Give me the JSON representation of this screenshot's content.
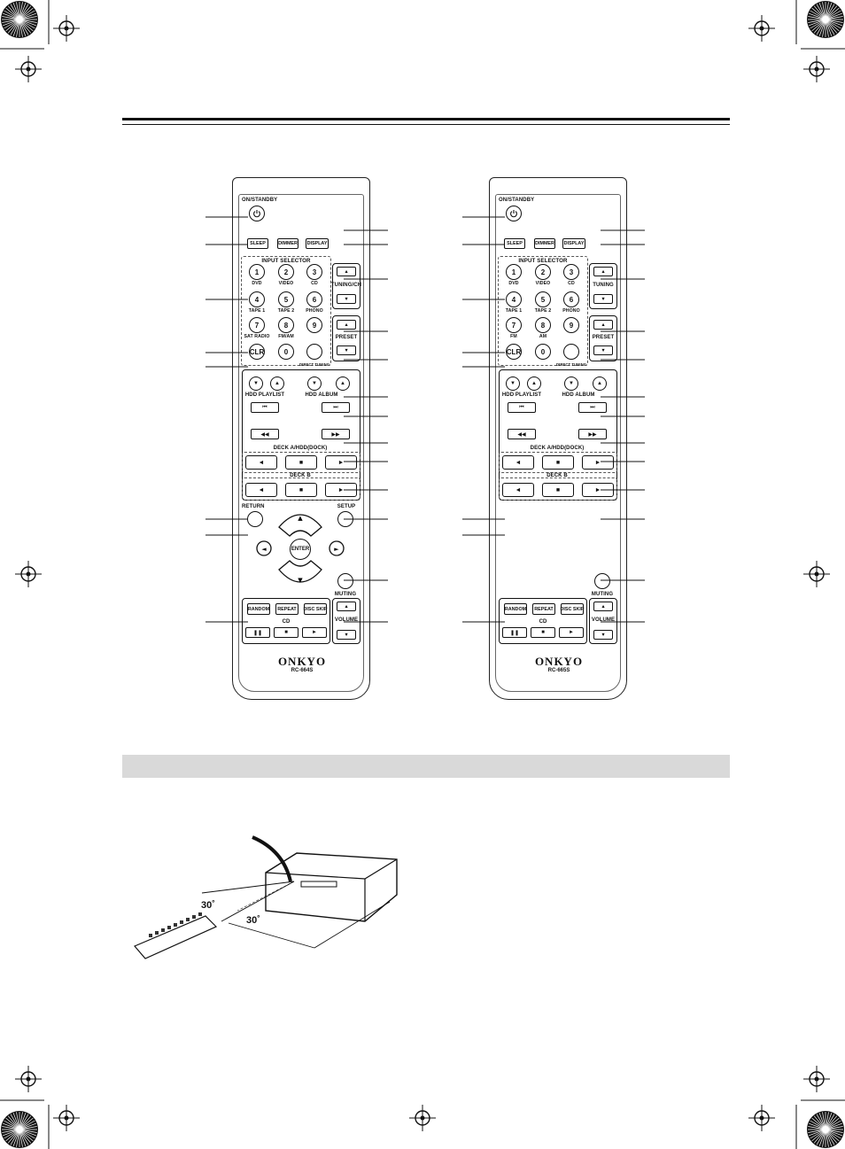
{
  "remotes": [
    {
      "model": "RC-664S",
      "brand": "ONKYO",
      "on_standby": "ON/STANDBY",
      "sleep": "SLEEP",
      "dimmer": "DIMMER",
      "display": "DISPLAY",
      "input_selector": "INPUT SELECTOR",
      "digits": [
        "1",
        "2",
        "3",
        "4",
        "5",
        "6",
        "7",
        "8",
        "9"
      ],
      "digit_labels": [
        "DVD",
        "VIDEO",
        "CD",
        "TAPE 1",
        "TAPE 2",
        "PHONO",
        "SAT RADIO",
        "FM/AM",
        ""
      ],
      "clr": "CLR",
      "zero": "0",
      "direct_tuning": "DIRECT TUNING",
      "tuning": "TUNING/CH",
      "preset": "PRESET",
      "hdd_playlist": "HDD PLAYLIST",
      "hdd_album": "HDD ALBUM",
      "deck_a": "DECK A/HDD(DOCK)",
      "deck_b": "DECK B",
      "return": "RETURN",
      "setup": "SETUP",
      "enter": "ENTER",
      "muting": "MUTING",
      "random": "RANDOM",
      "repeat": "REPEAT",
      "disc_skip": "DISC SKIP",
      "cd": "CD",
      "volume": "VOLUME"
    },
    {
      "model": "RC-665S",
      "brand": "ONKYO",
      "on_standby": "ON/STANDBY",
      "sleep": "SLEEP",
      "dimmer": "DIMMER",
      "display": "DISPLAY",
      "input_selector": "INPUT SELECTOR",
      "digits": [
        "1",
        "2",
        "3",
        "4",
        "5",
        "6",
        "7",
        "8",
        "9"
      ],
      "digit_labels": [
        "DVD",
        "VIDEO",
        "CD",
        "TAPE 1",
        "TAPE 2",
        "PHONO",
        "FM",
        "AM",
        ""
      ],
      "clr": "CLR",
      "zero": "0",
      "direct_tuning": "DIRECT TUNING",
      "tuning": "TUNING",
      "preset": "PRESET",
      "hdd_playlist": "HDD PLAYLIST",
      "hdd_album": "HDD ALBUM",
      "deck_a": "DECK A/HDD(DOCK)",
      "deck_b": "DECK B",
      "muting": "MUTING",
      "random": "RANDOM",
      "repeat": "REPEAT",
      "disc_skip": "DISC SKIP",
      "cd": "CD",
      "volume": "VOLUME"
    }
  ],
  "angles": {
    "upper": "30˚",
    "lower": "30˚"
  }
}
